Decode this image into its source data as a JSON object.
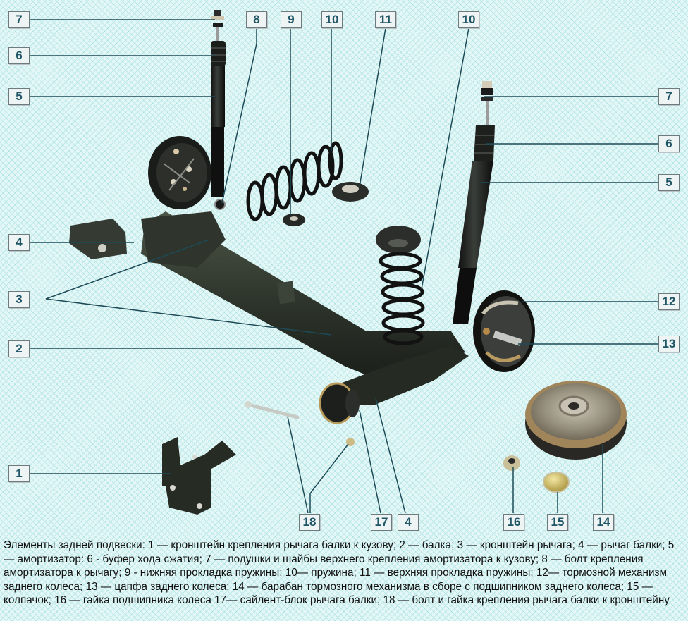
{
  "figure": {
    "title": "Элементы задней подвески",
    "caption": "Элементы задней подвески: 1 — кронштейн крепления рычага балки к кузову; 2 — балка; 3 — кронштейн рычага; 4 — рычаг балки; 5 — амортизатор: 6 - буфер хода сжатия; 7 — подушки и шайбы верхнего крепления амортизатора к кузову; 8 — болт крепления амортизатора к рычагу; 9 - нижняя прокладка пружины; 10— пружина; 11 — верхняя прокладка пружины; 12— тормозной механизм заднего колеса; 13 — цапфа заднего колеса; 14 — барабан тормозного механизма в сборе с подшипником заднего колеса; 15 — колпачок; 16 — гайка подшипника колеса 17— сайлент-блок рычага балки; 18 — болт и гайка крепления рычага балки к кронштейну",
    "colors": {
      "background": "#e4f7f7",
      "callout_text": "#1f5566",
      "leader_line": "#1d4a57",
      "part_dark": "#1c2320",
      "part_olive": "#3a4236"
    }
  },
  "parts": [
    {
      "number": "1",
      "name": "кронштейн крепления рычага балки к кузову"
    },
    {
      "number": "2",
      "name": "балка"
    },
    {
      "number": "3",
      "name": "кронштейн рычага"
    },
    {
      "number": "4",
      "name": "рычаг балки"
    },
    {
      "number": "5",
      "name": "амортизатор"
    },
    {
      "number": "6",
      "name": "буфер хода сжатия"
    },
    {
      "number": "7",
      "name": "подушки и шайбы верхнего крепления амортизатора к кузову"
    },
    {
      "number": "8",
      "name": "болт крепления амортизатора к рычагу"
    },
    {
      "number": "9",
      "name": "нижняя прокладка пружины"
    },
    {
      "number": "10",
      "name": "пружина"
    },
    {
      "number": "11",
      "name": "верхняя прокладка пружины"
    },
    {
      "number": "12",
      "name": "тормозной механизм заднего колеса"
    },
    {
      "number": "13",
      "name": "цапфа заднего колеса"
    },
    {
      "number": "14",
      "name": "барабан тормозного механизма в сборе с подшипником заднего колеса"
    },
    {
      "number": "15",
      "name": "колпачок"
    },
    {
      "number": "16",
      "name": "гайка подшипника колеса"
    },
    {
      "number": "17",
      "name": "сайлент-блок рычага балки"
    },
    {
      "number": "18",
      "name": "болт и гайка крепления рычага балки к кронштейну"
    }
  ],
  "callouts": {
    "left_7": "7",
    "left_6": "6",
    "left_5": "5",
    "left_4": "4",
    "left_3": "3",
    "left_2": "2",
    "left_1": "1",
    "top_8": "8",
    "top_9": "9",
    "top_10a": "10",
    "top_11": "11",
    "top_10b": "10",
    "right_7": "7",
    "right_6": "6",
    "right_5": "5",
    "right_12": "12",
    "right_13": "13",
    "bottom_18": "18",
    "bottom_17": "17",
    "bottom_4": "4",
    "bottom_16": "16",
    "bottom_15": "15",
    "bottom_14": "14"
  }
}
